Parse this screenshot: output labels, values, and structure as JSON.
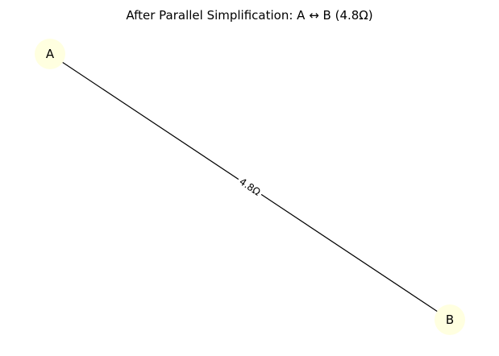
{
  "title": "After Parallel Simplification: A ↔ B (4.8Ω)",
  "colors": {
    "node_fill": "#ffffe0",
    "edge_stroke": "#000000",
    "background": "#ffffff"
  },
  "nodes": [
    {
      "id": "A",
      "label": "A"
    },
    {
      "id": "B",
      "label": "B"
    }
  ],
  "edges": [
    {
      "from": "A",
      "to": "B",
      "label": "4.8Ω"
    }
  ]
}
